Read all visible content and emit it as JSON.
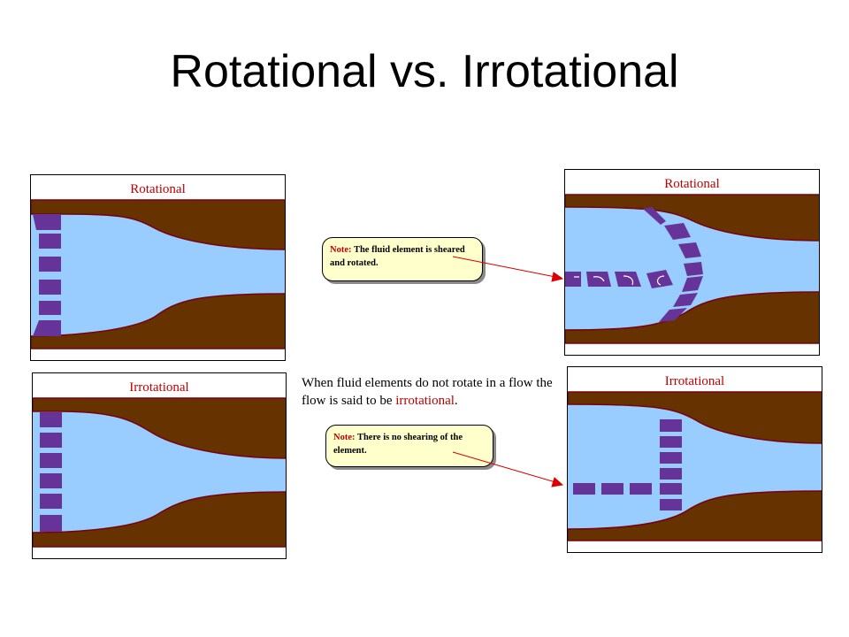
{
  "title": "Rotational vs. Irrotational",
  "panels": {
    "rotational_left": {
      "label": "Rotational"
    },
    "irrotational_left": {
      "label": "Irrotational"
    },
    "rotational_right": {
      "label": "Rotational"
    },
    "irrotational_right": {
      "label": "Irrotational"
    }
  },
  "notes": {
    "rotational": {
      "label": "Note:",
      "text": "The fluid element is sheared and rotated."
    },
    "irrotational": {
      "label": "Note:",
      "text": "There is no shearing of the element."
    }
  },
  "caption": {
    "before": "When fluid elements do not rotate in a flow the flow is said to be ",
    "highlight": "irrotational",
    "after": "."
  },
  "colors": {
    "wall": "#663300",
    "wall_edge": "#7a0010",
    "fluid": "#99ccff",
    "element": "#663399",
    "note_bg": "#ffffcc",
    "accent": "#c00000"
  }
}
